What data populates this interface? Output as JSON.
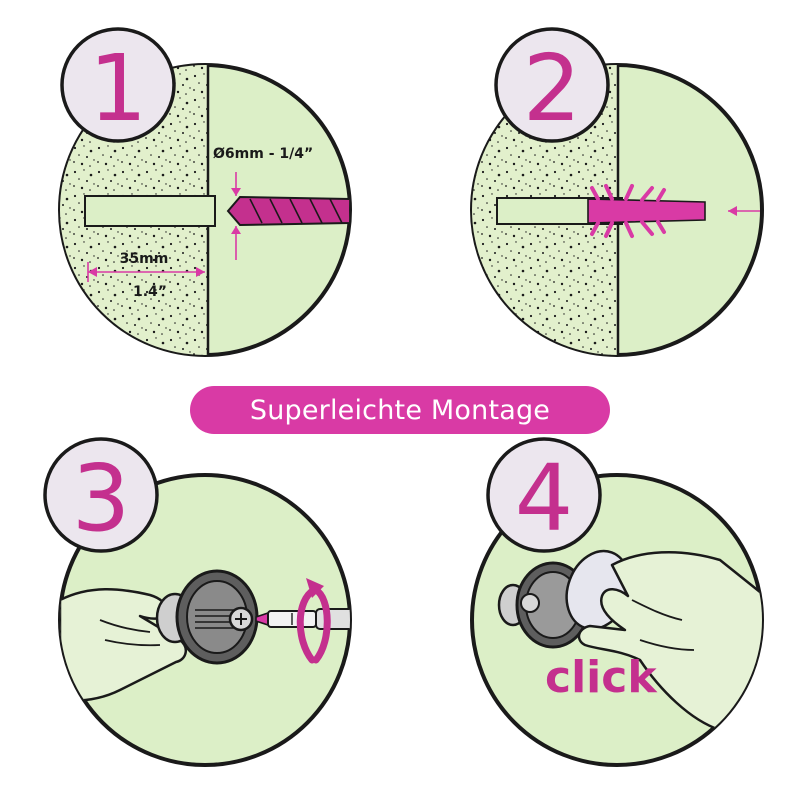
{
  "colors": {
    "panel_fill": "#dcefc7",
    "wall_fill": "#e2f0cc",
    "badge_fill": "#ece6ee",
    "accent": "#d93aa5",
    "ink": "#1a1a1a"
  },
  "banner": {
    "title": "Superleichte Montage"
  },
  "steps": [
    {
      "number": "1",
      "drill_size": "Ø6mm - 1/4”",
      "depth_mm": "35mm",
      "depth_in": "1.4”"
    },
    {
      "number": "2"
    },
    {
      "number": "3"
    },
    {
      "number": "4",
      "action_text": "click"
    }
  ],
  "icons": [
    "drill-bit-icon",
    "wall-plug-icon",
    "screwdriver-icon",
    "rotate-arrow-icon",
    "hand-icon",
    "cover-cap-icon"
  ]
}
